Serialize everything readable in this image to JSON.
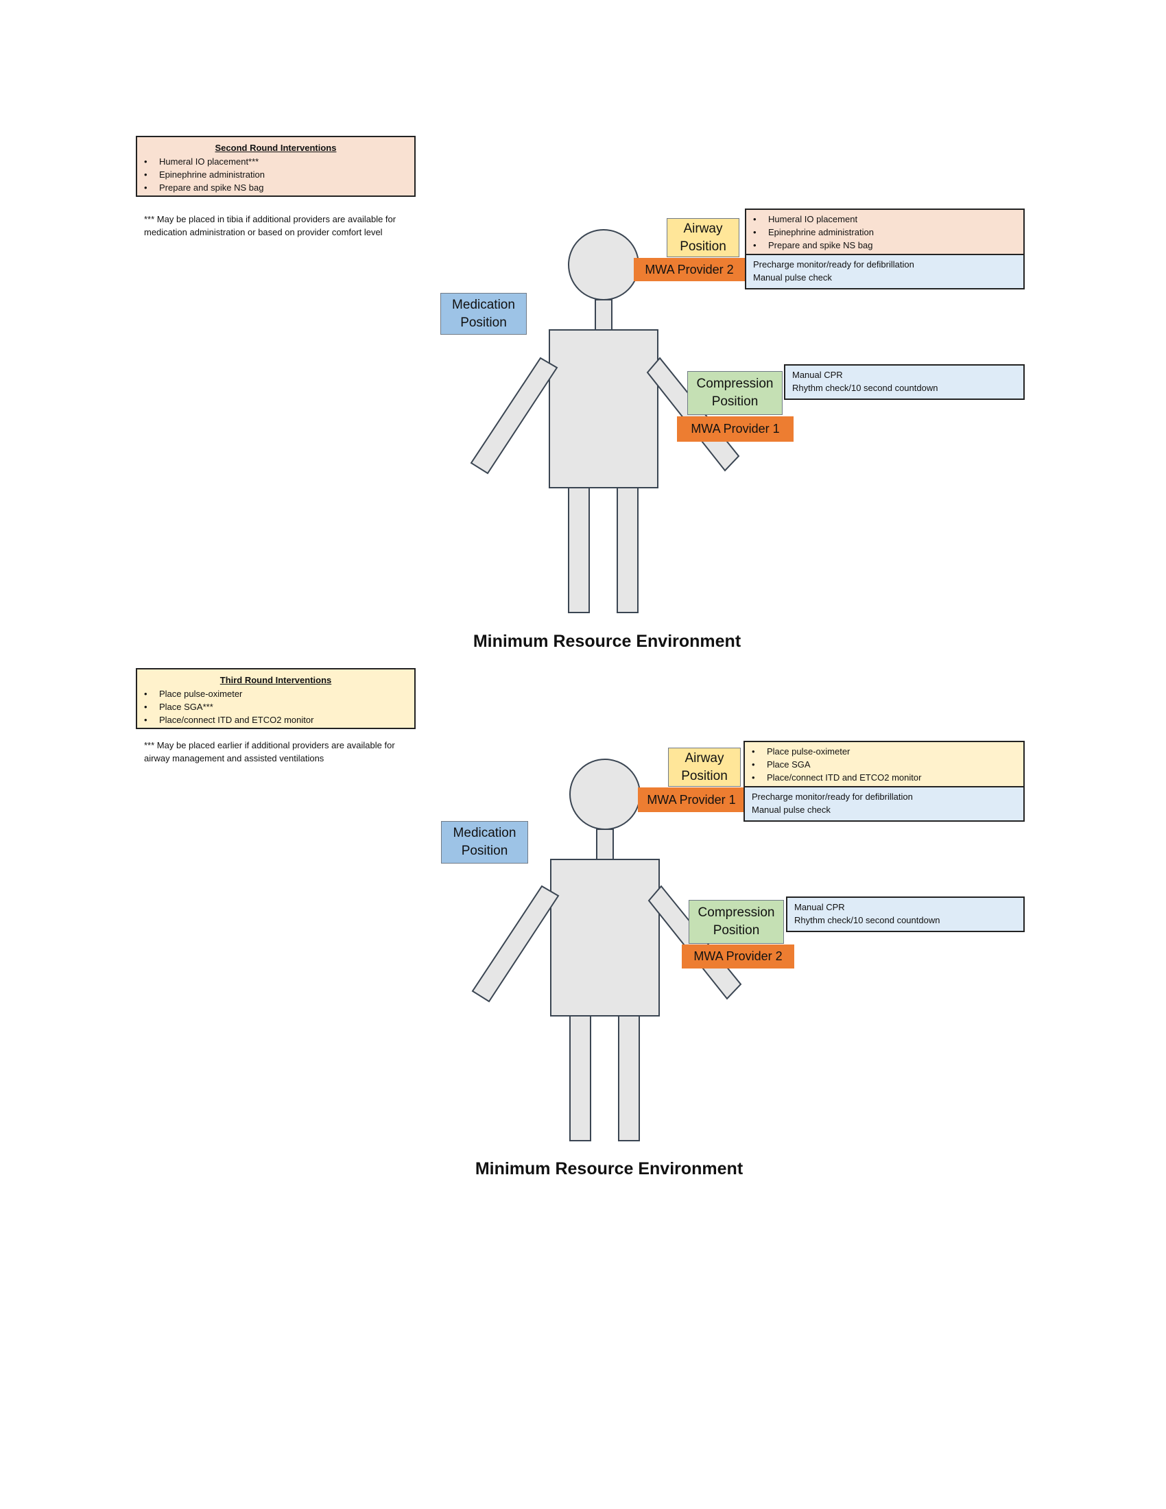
{
  "section1": {
    "interventions": {
      "title": "Second Round Interventions",
      "items": [
        "Humeral IO placement***",
        "Epinephrine administration",
        "Prepare and spike NS bag"
      ]
    },
    "note": "*** May be placed in tibia if additional providers are available for medication administration or based on provider comfort level",
    "airway_label_1": "Airway",
    "airway_label_2": "Position",
    "airway_provider": "MWA Provider 2",
    "airway_tasks": [
      "Humeral IO placement",
      "Epinephrine administration",
      "Prepare and spike NS bag"
    ],
    "monitor_tasks": [
      "Precharge monitor/ready for defibrillation",
      "Manual pulse check"
    ],
    "medication_label_1": "Medication",
    "medication_label_2": "Position",
    "compression_label_1": "Compression",
    "compression_label_2": "Position",
    "compression_provider": "MWA Provider 1",
    "compression_tasks": [
      "Manual CPR",
      "Rhythm check/10 second countdown"
    ],
    "title": "Minimum Resource Environment"
  },
  "section2": {
    "interventions": {
      "title": "Third Round Interventions",
      "items": [
        "Place pulse-oximeter",
        "Place SGA***",
        "Place/connect ITD and ETCO2 monitor"
      ]
    },
    "note": "*** May be placed earlier if additional providers are available for airway management and assisted ventilations",
    "airway_label_1": "Airway",
    "airway_label_2": "Position",
    "airway_provider": "MWA Provider 1",
    "airway_tasks": [
      "Place pulse-oximeter",
      "Place SGA",
      "Place/connect ITD and ETCO2 monitor"
    ],
    "monitor_tasks": [
      "Precharge monitor/ready for defibrillation",
      "Manual pulse check"
    ],
    "medication_label_1": "Medication",
    "medication_label_2": "Position",
    "compression_label_1": "Compression",
    "compression_label_2": "Position",
    "compression_provider": "MWA Provider 2",
    "compression_tasks": [
      "Manual CPR",
      "Rhythm check/10 second countdown"
    ],
    "title": "Minimum Resource Environment"
  },
  "colors": {
    "airway": "#ffe699",
    "medication": "#9dc3e6",
    "compression": "#c5e0b4",
    "provider": "#ed7d31",
    "monitor_box": "#deebf7",
    "second_round_box": "#f9e1d2",
    "third_round_box": "#fff2cc",
    "figure": "#e6e6e6"
  }
}
